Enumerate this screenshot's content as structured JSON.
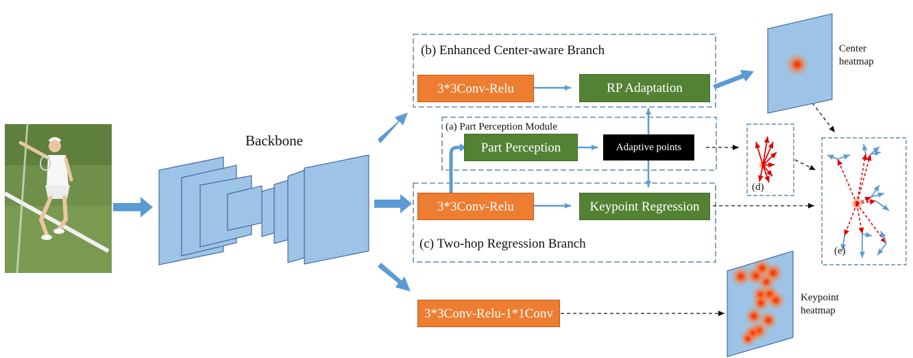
{
  "labels": {
    "backbone": "Backbone",
    "branch_b": "(b) Enhanced Center-aware Branch",
    "module_a": "(a) Part Perception Module",
    "branch_c": "(c) Two-hop Regression Branch",
    "center_heatmap_l1": "Center",
    "center_heatmap_l2": "heatmap",
    "keypoint_heatmap_l1": "Keypoint",
    "keypoint_heatmap_l2": "heatmap",
    "panel_d": "(d)",
    "panel_e": "(e)"
  },
  "boxes": {
    "conv_b": "3*3Conv-Relu",
    "rp_adaptation": "RP Adaptation",
    "part_perception": "Part Perception",
    "adaptive_points": "Adaptive points",
    "conv_c": "3*3Conv-Relu",
    "keypoint_regression": "Keypoint Regression",
    "conv_heatmap": "3*3Conv-Relu-1*1Conv"
  },
  "colors": {
    "orange": "#ed7d31",
    "green": "#548235",
    "black": "#000000",
    "feature_blue": "#9dc3e6",
    "arrow_blue": "#5b9bd5",
    "dash_border": "#41719c",
    "heat_red": "#ff2a00",
    "offset_red": "#e00000"
  },
  "icons": {
    "input_image": "tennis-player-photo"
  }
}
